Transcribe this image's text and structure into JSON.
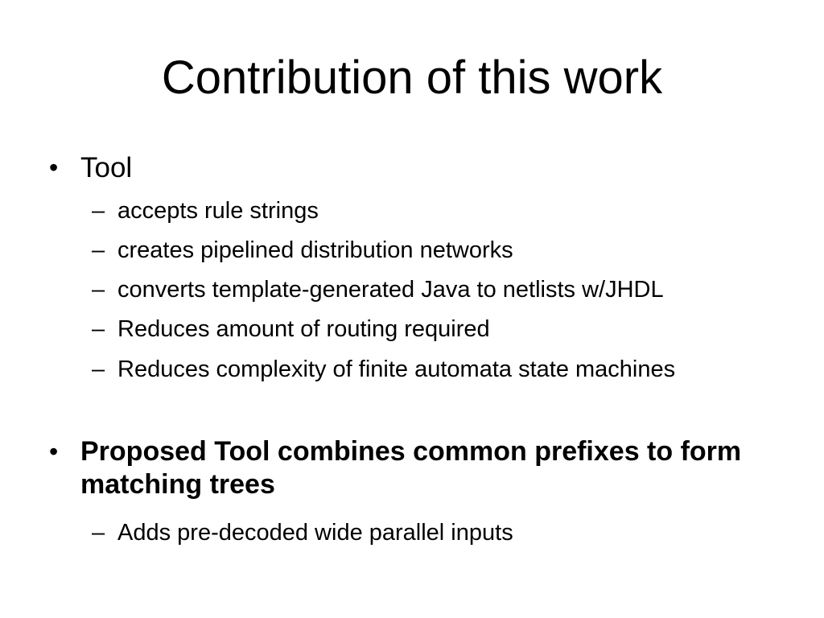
{
  "slide": {
    "title": "Contribution of this work",
    "bullets": [
      {
        "mark": "•",
        "text": "Tool",
        "subs": [
          {
            "mark": "–",
            "text": "accepts rule strings"
          },
          {
            "mark": "–",
            "text": "creates pipelined distribution networks"
          },
          {
            "mark": "–",
            "text": "converts template-generated Java to netlists w/JHDL"
          },
          {
            "mark": "–",
            "text": "Reduces amount of routing required"
          },
          {
            "mark": "–",
            "text": "Reduces complexity of finite automata state machines"
          }
        ]
      },
      {
        "mark": "•",
        "text": "Proposed Tool combines common prefixes to form matching trees",
        "subs": [
          {
            "mark": "–",
            "text": "Adds pre-decoded wide parallel inputs"
          }
        ]
      }
    ]
  }
}
